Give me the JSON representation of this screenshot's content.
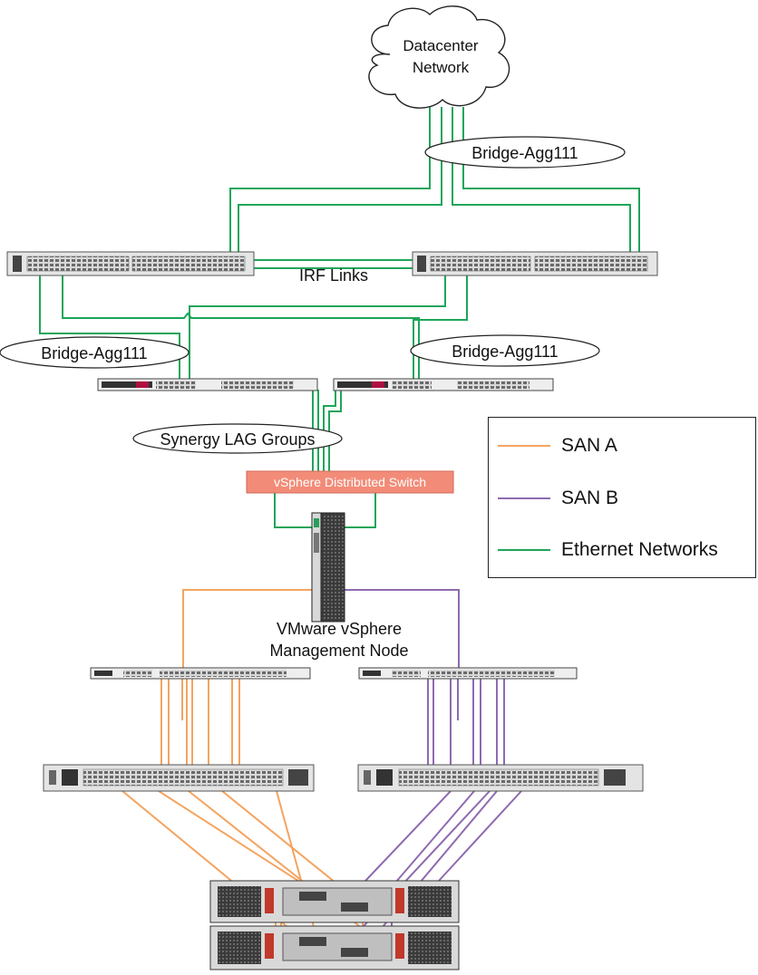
{
  "cloud": {
    "line1": "Datacenter",
    "line2": "Network"
  },
  "labels": {
    "bridge_agg_top": "Bridge-Agg111",
    "irf_links": "IRF Links",
    "bridge_agg_left": "Bridge-Agg111",
    "bridge_agg_right": "Bridge-Agg111",
    "synergy_lag": "Synergy LAG Groups",
    "vds": "vSphere Distributed Switch",
    "mgmt_line1": "VMware vSphere",
    "mgmt_line2": "Management Node"
  },
  "legend": {
    "items": [
      {
        "label": "SAN A",
        "color": "#F4A460"
      },
      {
        "label": "SAN B",
        "color": "#8E6BB0"
      },
      {
        "label": "Ethernet Networks",
        "color": "#1FA55A"
      }
    ]
  },
  "colors": {
    "ethernet": "#1FA55A",
    "san_a": "#F4A460",
    "san_b": "#8E6BB0",
    "vds_fill": "#F28C78"
  }
}
